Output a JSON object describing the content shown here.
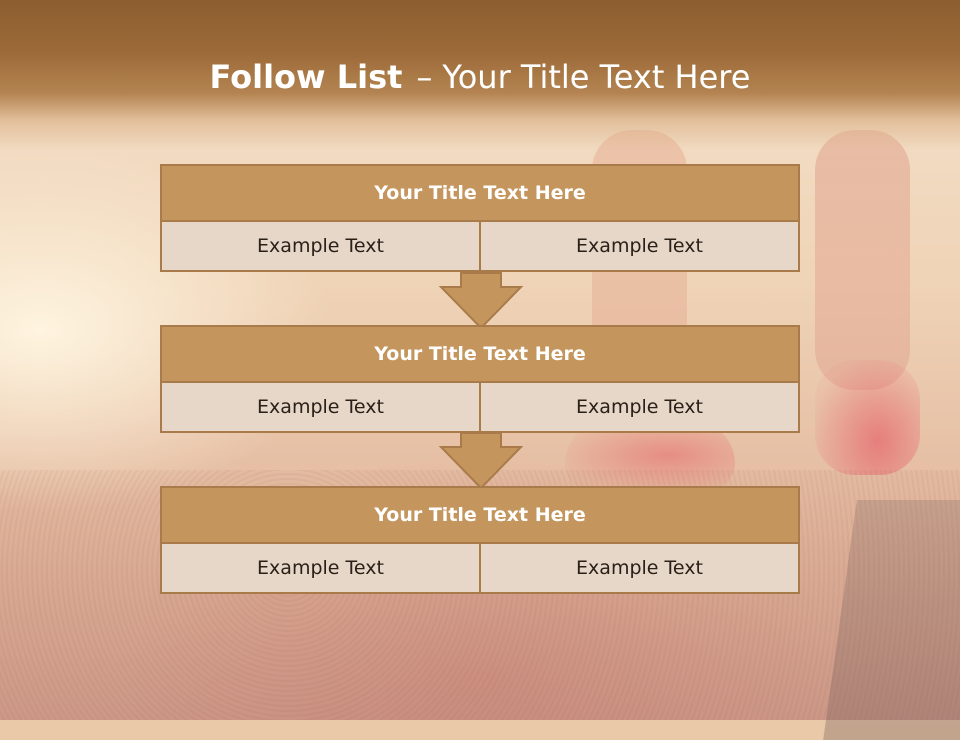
{
  "slide": {
    "title_bold": "Follow List",
    "title_separator": "–",
    "title_rest": "Your Title Text Here"
  },
  "blocks": [
    {
      "title": "Your Title Text Here",
      "left": "Example Text",
      "right": "Example Text"
    },
    {
      "title": "Your Title Text Here",
      "left": "Example Text",
      "right": "Example Text"
    },
    {
      "title": "Your Title Text Here",
      "left": "Example Text",
      "right": "Example Text"
    }
  ],
  "colors": {
    "header_brown": "#9c6a38",
    "block_title_fill": "#c4965e",
    "block_cell_fill": "#e6d7c9",
    "border": "#a97b4a",
    "arrow_fill": "#c4965e"
  },
  "icons": [
    "down-arrow-icon",
    "down-arrow-icon"
  ]
}
